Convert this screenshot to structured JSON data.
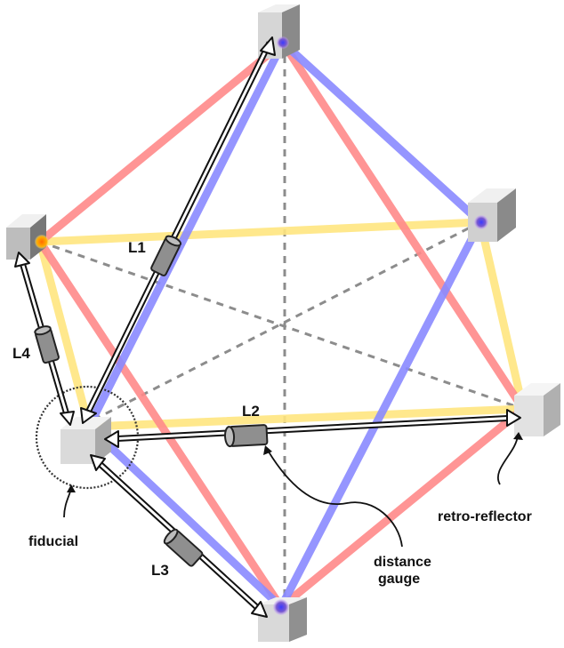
{
  "labels": {
    "l1": "L1",
    "l2": "L2",
    "l3": "L3",
    "l4": "L4",
    "fiducial": "fiducial",
    "retro_reflector": "retro-reflector",
    "distance_gauge_line1": "distance",
    "distance_gauge_line2": "gauge"
  },
  "colors": {
    "red_edges": "#ff8a8a",
    "blue_edges": "#8a8aff",
    "yellow_edges": "#ffe680",
    "dashed_axes": "#8c8c8c",
    "gauge_body": "#8f8f8f",
    "cube_front": "#d9d9d9"
  }
}
